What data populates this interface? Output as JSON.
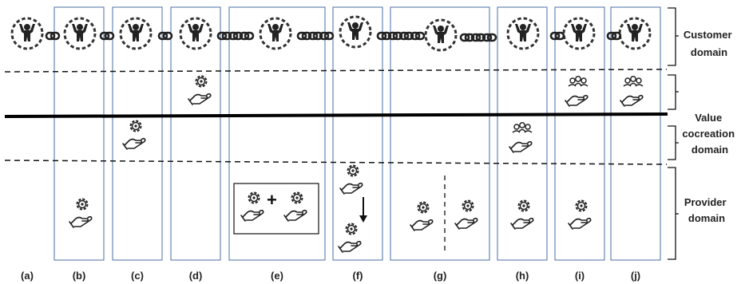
{
  "domains": {
    "customer": [
      "Customer",
      "domain"
    ],
    "value": [
      "Value",
      "cocreation",
      "domain"
    ],
    "provider": [
      "Provider",
      "domain"
    ]
  },
  "columns": [
    "(a)",
    "(b)",
    "(c)",
    "(d)",
    "(e)",
    "(f)",
    "(g)",
    "(h)",
    "(i)",
    "(j)"
  ],
  "colors": {
    "line": "#000000",
    "column_border": "#4a6fa5",
    "icon": "#222222"
  }
}
